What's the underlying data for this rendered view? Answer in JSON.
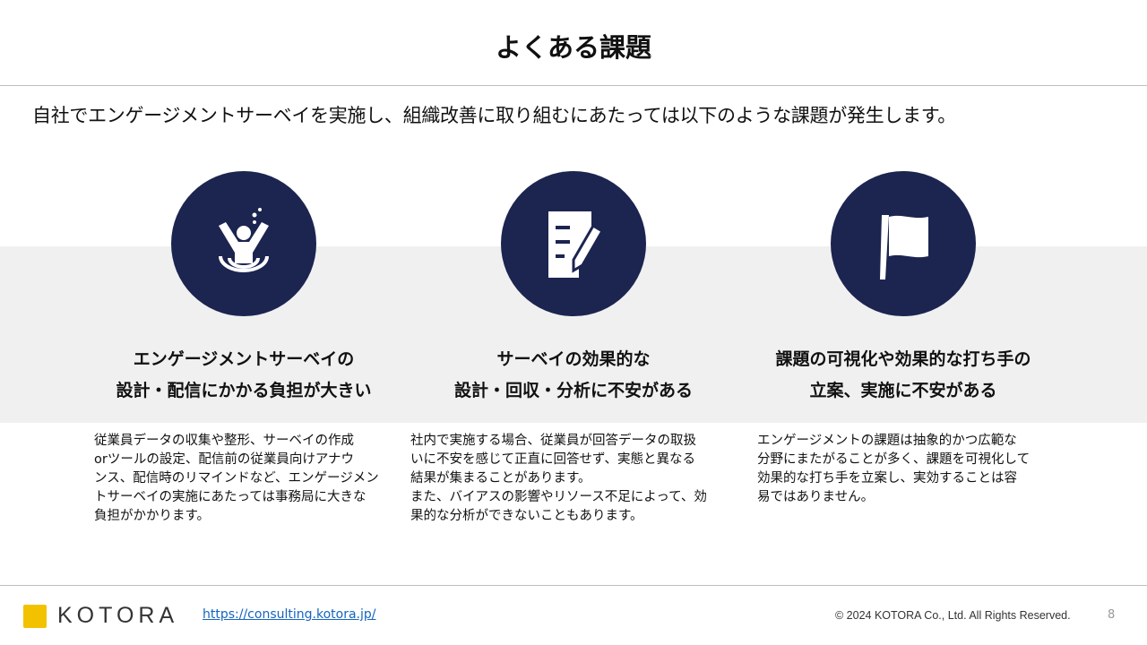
{
  "title": "よくある課題",
  "lead": "自社でエンゲージメントサーベイを実施し、組織改善に取り組むにあたっては以下のような課題が発生します。",
  "colors": {
    "circle": "#1c2450",
    "band": "#f0f0f0",
    "link": "#1565c0"
  },
  "cards": [
    {
      "icon": "drowning-person-icon",
      "heading": [
        "エンゲージメントサーベイの",
        "設計・配信にかかる負担が大きい"
      ],
      "body": [
        "従業員データの収集や整形、サーベイの作成",
        "orツールの設定、配信前の従業員向けアナウ",
        "ンス、配信時のリマインドなど、エンゲージメン",
        "トサーベイの実施にあたっては事務局に大きな",
        "負担がかかります。"
      ]
    },
    {
      "icon": "document-pencil-icon",
      "heading": [
        "サーベイの効果的な",
        "設計・回収・分析に不安がある"
      ],
      "body": [
        "社内で実施する場合、従業員が回答データの取扱",
        "いに不安を感じて正直に回答せず、実態と異なる",
        "結果が集まることがあります。",
        "また、バイアスの影響やリソース不足によって、効",
        "果的な分析ができないこともあります。"
      ]
    },
    {
      "icon": "flag-icon",
      "heading": [
        "課題の可視化や効果的な打ち手の",
        "立案、実施に不安がある"
      ],
      "body": [
        "エンゲージメントの課題は抽象的かつ広範な",
        "分野にまたがることが多く、課題を可視化して",
        "効果的な打ち手を立案し、実効することは容",
        "易ではありません。"
      ]
    }
  ],
  "footer": {
    "logo": "KOTORA",
    "url": "https://consulting.kotora.jp/",
    "copyright": "© 2024 KOTORA Co., Ltd. All Rights Reserved.",
    "page": "8"
  }
}
